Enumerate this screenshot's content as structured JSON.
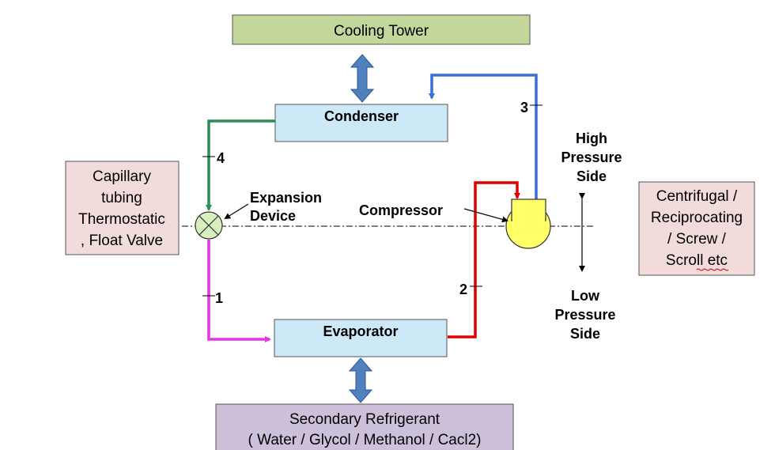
{
  "boxes": {
    "cooling_tower": "Cooling Tower",
    "condenser": "Condenser",
    "evaporator": "Evaporator",
    "secondary_line1": "Secondary Refrigerant",
    "secondary_line2": "( Water / Glycol / Methanol / Cacl2)",
    "left_note": [
      "Capillary",
      "tubing",
      "Thermostatic",
      ", Float Valve"
    ],
    "right_note": [
      "Centrifugal /",
      "Reciprocating",
      "/ Screw /",
      "Scroll etc"
    ]
  },
  "labels": {
    "expansion_device": [
      "Expansion",
      "Device"
    ],
    "compressor": "Compressor",
    "high_pressure": [
      "High",
      "Pressure",
      "Side"
    ],
    "low_pressure": [
      "Low",
      "Pressure",
      "Side"
    ]
  },
  "state_points": [
    "1",
    "2",
    "3",
    "4"
  ],
  "colors": {
    "cooling_tower_fill": "#c4d79b",
    "condenser_fill": "#cde9f7",
    "note_fill": "#f2dcdb",
    "secondary_fill": "#ccc0da",
    "compressor_fill": "#ffff66",
    "expansion_fill": "#d8efc0",
    "arrow_fill": "#4f81bd",
    "line_green": "#2e8b57",
    "line_magenta": "#e533e5",
    "line_red": "#e00000",
    "line_blue": "#3a6fd8"
  }
}
